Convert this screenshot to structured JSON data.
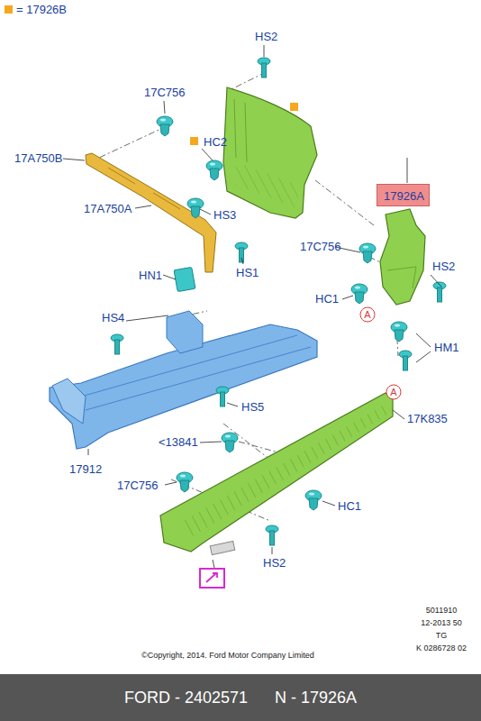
{
  "diagram": {
    "nodes": [
      {
        "text": [
          "17926A"
        ]
      },
      {
        "text": [
          "FORD - 2402571",
          "N - 17926A"
        ]
      }
    ],
    "labels": [
      "HS2",
      "17C756",
      "HC2",
      "17A750B",
      "17A750A",
      "HS3",
      "HN1",
      "HS1",
      "17C756",
      "HS2",
      "HC1",
      "A",
      "HM1",
      "HS4",
      "HS5",
      "<13841",
      "17912",
      "17C756",
      "HC1",
      "17K835",
      "A",
      "HS2",
      "5011910",
      "12-2013 50",
      "TG",
      "K 0286728 02",
      "©Copyright, 2014. Ford Motor Company Limited"
    ],
    "legend": [
      {
        "text": "= 17926B",
        "color": "#f5a81c"
      }
    ]
  }
}
